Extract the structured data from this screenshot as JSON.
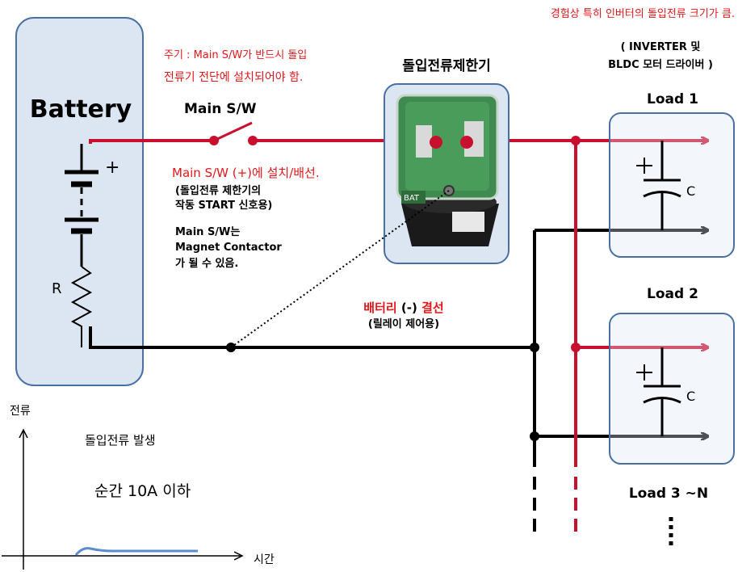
{
  "battery": {
    "label": "Battery",
    "plus": "+",
    "resistor": "R"
  },
  "main_switch": {
    "label": "Main S/W"
  },
  "note_top": {
    "line1": "주기 : Main S/W가 반드시 돌입",
    "line2": "전류기 전단에 설치되어야 함."
  },
  "limiter": {
    "title": "돌입전류제한기",
    "device_label": "BAT"
  },
  "note_right_top": "경험상 특히 인버터의 돌입전류 크기가 큼.",
  "inverter_note": {
    "line1": "( INVERTER 및",
    "line2": "BLDC 모터 드라이버 )"
  },
  "switch_notes": {
    "red_line": "Main S/W (+)에 설치/배선.",
    "line2": "(돌입전류 제한기의",
    "line3": "작동 START 신호용)",
    "line4": "Main S/W는",
    "line5": "Magnet Contactor",
    "line6": "가 될 수 있음."
  },
  "neg_wire": {
    "red": "배터리",
    "black": "(-)",
    "red2": "결선",
    "sub": "(릴레이 제어용)"
  },
  "loads": [
    {
      "label": "Load 1",
      "cap": "C"
    },
    {
      "label": "Load 2",
      "cap": "C"
    },
    {
      "label": "Load 3 ~N"
    }
  ],
  "graph": {
    "ylabel": "전류",
    "xlabel": "시간",
    "caption1": "돌입전류 발생",
    "caption2": "순간 10A 이하"
  },
  "colors": {
    "red_wire": "#c8102e",
    "black_wire": "#000000",
    "box_fill": "#dce6f2",
    "box_border": "#4a6fa5",
    "text_red": "#e3171a"
  }
}
